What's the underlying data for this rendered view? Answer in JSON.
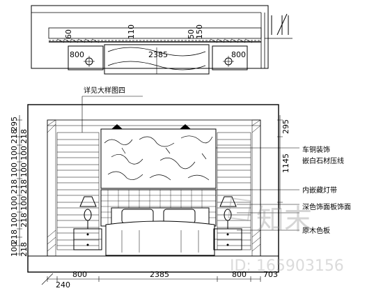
{
  "plan": {
    "dims_vertical": [
      "60",
      "110",
      "50",
      "150"
    ],
    "dims_bottom": [
      "800",
      "2385",
      "800"
    ]
  },
  "elevation": {
    "callout_top": "详见大样图四",
    "left_dims": [
      "295",
      "218",
      "218",
      "100",
      "100",
      "100",
      "100",
      "218",
      "218",
      "100",
      "100",
      "100",
      "218",
      "218",
      "100",
      "218"
    ],
    "right_dims": [
      "295",
      "1145"
    ],
    "bottom_dims": [
      "240",
      "800",
      "2385",
      "800",
      "703"
    ],
    "annotations": [
      "车铜装饰",
      "嵌白石材压线",
      "内嵌藏灯带",
      "深色饰面板饰面",
      "原木色板"
    ]
  },
  "watermark": {
    "logo_text": "知末",
    "id_text": "ID: 165903156"
  }
}
